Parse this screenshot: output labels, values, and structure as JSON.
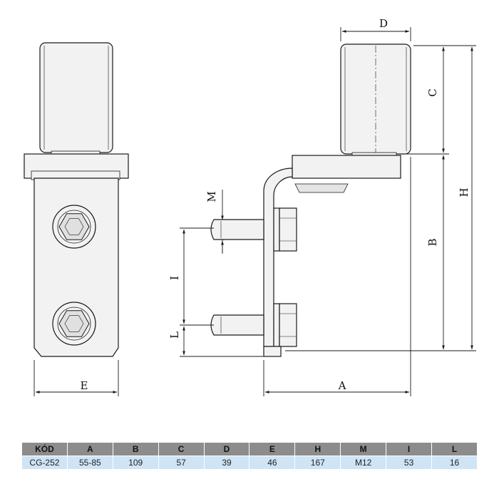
{
  "labels": {
    "A": "A",
    "B": "B",
    "C": "C",
    "D": "D",
    "E": "E",
    "H": "H",
    "I": "I",
    "L": "L",
    "M": "M"
  },
  "table": {
    "headers": [
      "KÓD",
      "A",
      "B",
      "C",
      "D",
      "E",
      "H",
      "M",
      "I",
      "L"
    ],
    "rows": [
      [
        "CG-252",
        "55-85",
        "109",
        "57",
        "39",
        "46",
        "167",
        "M12",
        "53",
        "16"
      ]
    ]
  },
  "colors": {
    "line": "#1a1a1a",
    "body_fill": "#f2f2f2",
    "table_header_bg": "#8c8c8c",
    "table_row_bg": "#cfe4f5"
  }
}
